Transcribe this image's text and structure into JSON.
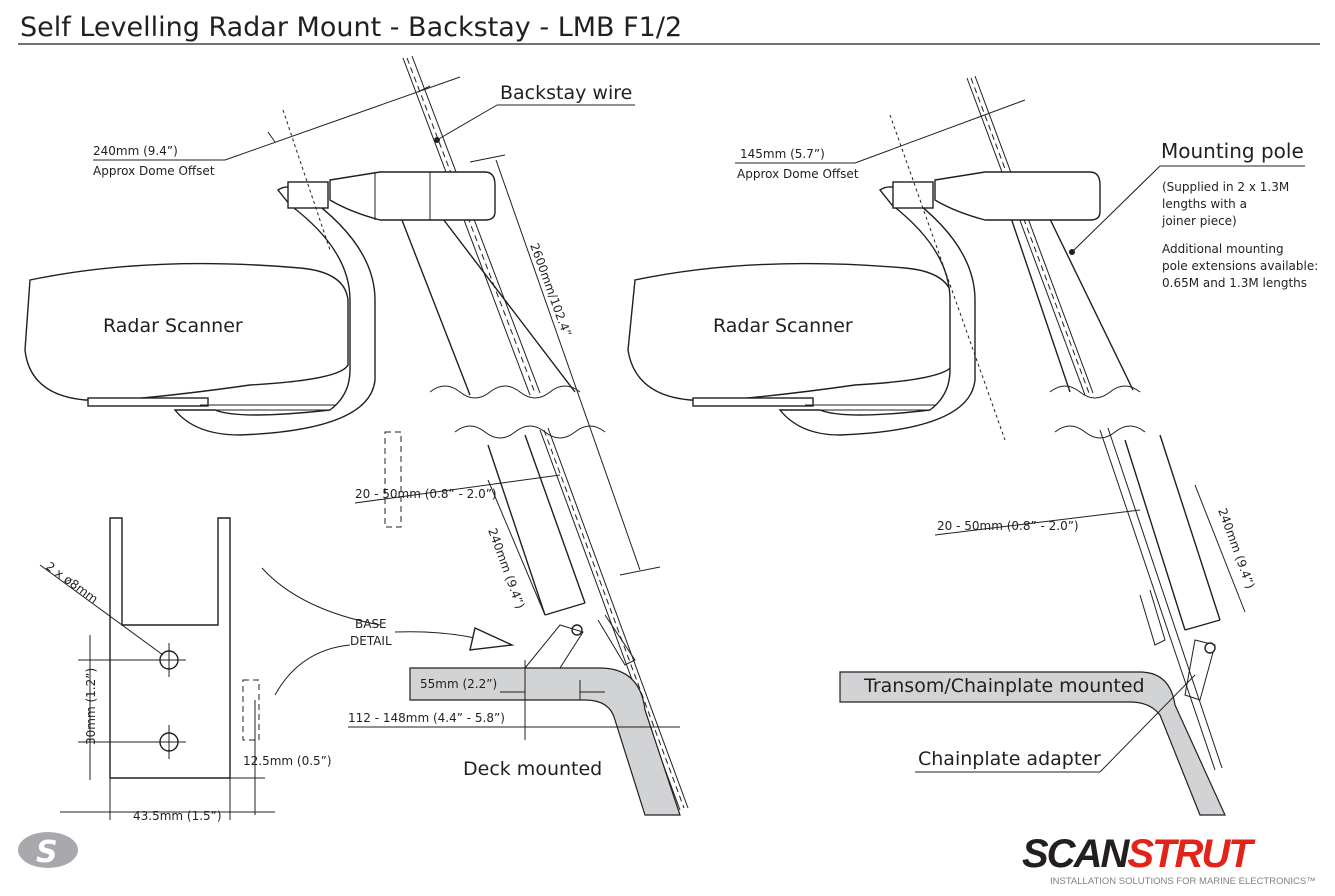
{
  "title": "Self Levelling Radar Mount - Backstay - LMB F1/2",
  "left": {
    "offset_dim": "240mm (9.4”)",
    "offset_label": "Approx Dome Offset",
    "backstay_label": "Backstay wire",
    "scanner_label": "Radar Scanner",
    "length_dim": "2600mm/102.4”",
    "gap_dim": "20 - 50mm (0.8” - 2.0”)",
    "base_len_dim": "240mm (9.4”)",
    "base_detail_label": [
      "BASE",
      "DETAIL"
    ],
    "mount_offset_dim": "55mm (2.2”)",
    "deck_range_dim": "112 - 148mm (4.4” - 5.8”)",
    "deck_label": "Deck mounted"
  },
  "detail": {
    "holes": "2 x ø8mm",
    "hole_spacing": "30mm (1.2”)",
    "edge_offset": "12.5mm (0.5”)",
    "width": "43.5mm (1.5”)"
  },
  "right": {
    "offset_dim": "145mm (5.7”)",
    "offset_label": "Approx Dome Offset",
    "pole_label": "Mounting pole",
    "pole_note": [
      "(Supplied in 2 x 1.3M",
      "lengths with a",
      "joiner piece)"
    ],
    "extension_note": [
      "Additional mounting",
      "pole extensions available:",
      "0.65M and 1.3M lengths"
    ],
    "scanner_label": "Radar Scanner",
    "gap_dim": "20 - 50mm (0.8” - 2.0”)",
    "base_len_dim": "240mm (9.4”)",
    "transom_label": "Transom/Chainplate mounted",
    "adapter_label": "Chainplate adapter"
  },
  "brand": {
    "logo_part1": "SCAN",
    "logo_part2": "STRUT",
    "tagline": "INSTALLATION SOLUTIONS FOR MARINE ELECTRONICS™",
    "colors": {
      "black": "#231f20",
      "red": "#e2231a",
      "grey": "#a7a9ac"
    }
  }
}
